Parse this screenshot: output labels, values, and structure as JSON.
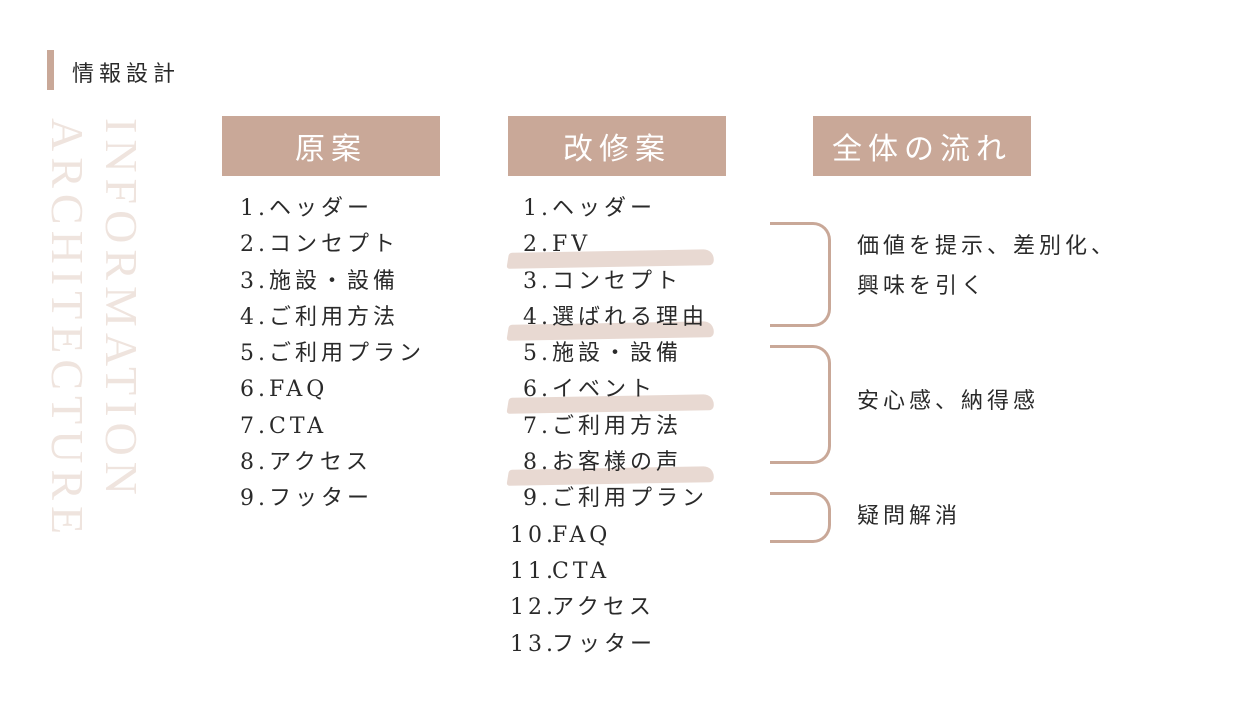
{
  "title": "情報設計",
  "watermark": {
    "line1": "INFORMATION",
    "line2": "ARCHITECTURE"
  },
  "headers": {
    "original": "原案",
    "revised": "改修案",
    "flow": "全体の流れ"
  },
  "original": [
    {
      "num": "1.",
      "label": "ヘッダー"
    },
    {
      "num": "2.",
      "label": "コンセプト"
    },
    {
      "num": "3.",
      "label": "施設・設備"
    },
    {
      "num": "4.",
      "label": "ご利用方法"
    },
    {
      "num": "5.",
      "label": "ご利用プラン"
    },
    {
      "num": "6.",
      "label": "FAQ"
    },
    {
      "num": "7.",
      "label": "CTA"
    },
    {
      "num": "8.",
      "label": "アクセス"
    },
    {
      "num": "9.",
      "label": "フッター"
    }
  ],
  "revised": [
    {
      "num": "1.",
      "label": "ヘッダー",
      "new": false
    },
    {
      "num": "2.",
      "label": "FV",
      "new": true
    },
    {
      "num": "3.",
      "label": "コンセプト",
      "new": false
    },
    {
      "num": "4.",
      "label": "選ばれる理由",
      "new": true
    },
    {
      "num": "5.",
      "label": "施設・設備",
      "new": false
    },
    {
      "num": "6.",
      "label": "イベント",
      "new": true
    },
    {
      "num": "7.",
      "label": "ご利用方法",
      "new": false
    },
    {
      "num": "8.",
      "label": "お客様の声",
      "new": true
    },
    {
      "num": "9.",
      "label": "ご利用プラン",
      "new": false
    },
    {
      "num": "10.",
      "label": "FAQ",
      "new": false
    },
    {
      "num": "11.",
      "label": "CTA",
      "new": false
    },
    {
      "num": "12.",
      "label": "アクセス",
      "new": false
    },
    {
      "num": "13.",
      "label": "フッター",
      "new": false
    }
  ],
  "flow": [
    {
      "line1": "価値を提示、差別化、",
      "line2": "興味を引く"
    },
    {
      "line1": "安心感、納得感"
    },
    {
      "line1": "疑問解消"
    }
  ],
  "colors": {
    "accent": "#c9a898",
    "highlight": "#e8d9d2",
    "watermark": "#efe4de"
  }
}
